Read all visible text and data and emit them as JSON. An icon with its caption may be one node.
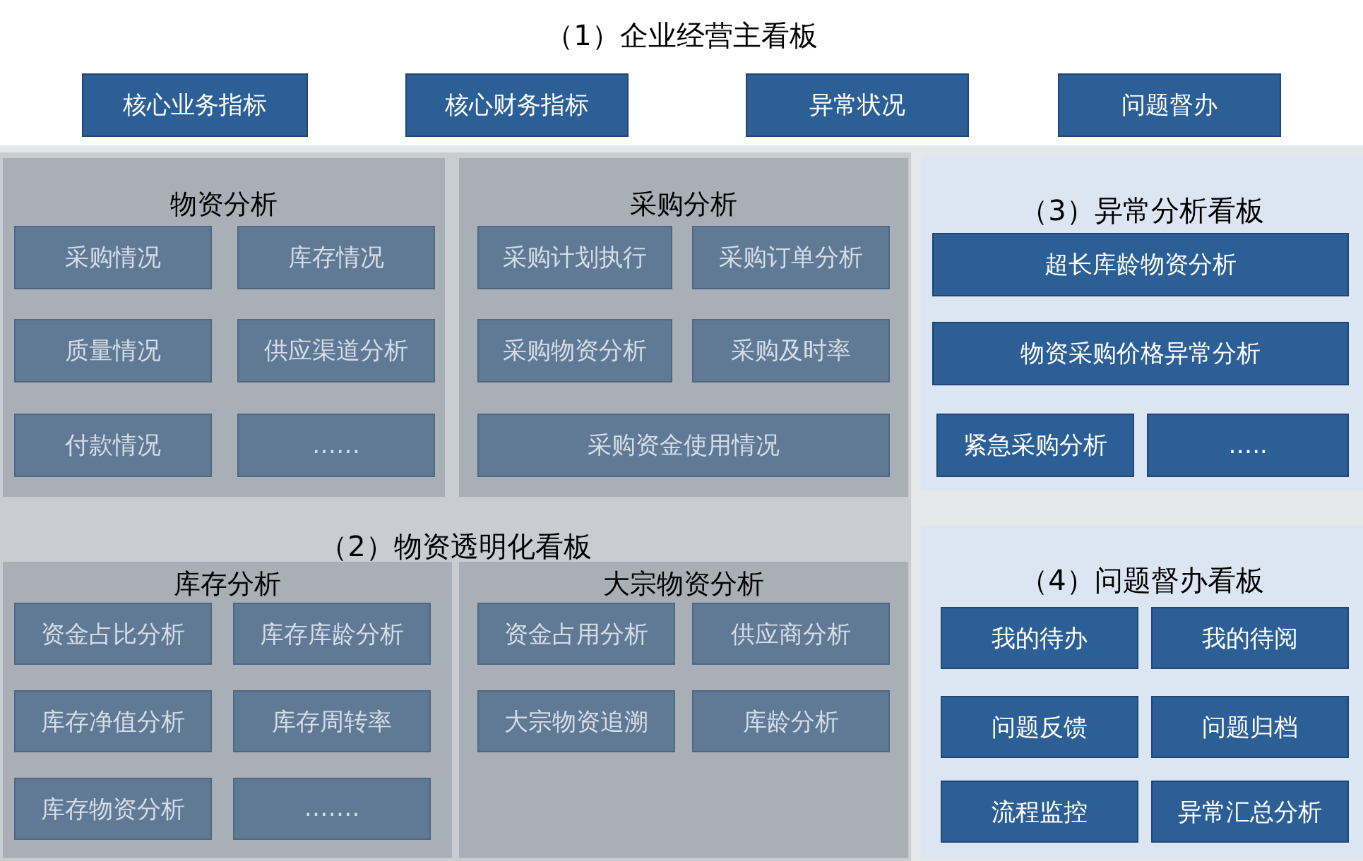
{
  "diagram": {
    "nodes": [
      {
        "text": [
          "（1）企业经营主看板"
        ]
      },
      {
        "text": [
          "核心业务指标"
        ],
        "in": 0
      },
      {
        "text": [
          "核心财务指标"
        ],
        "in": 0
      },
      {
        "text": [
          "异常状况"
        ],
        "in": 0
      },
      {
        "text": [
          "问题督办"
        ],
        "in": 0
      },
      {
        "text": [
          "（2）物资透明化看板"
        ]
      },
      {
        "text": [
          "物资分析"
        ],
        "in": 5
      },
      {
        "text": [
          "采购情况"
        ],
        "in": 6
      },
      {
        "text": [
          "库存情况"
        ],
        "in": 6
      },
      {
        "text": [
          "质量情况"
        ],
        "in": 6
      },
      {
        "text": [
          "供应渠道分析"
        ],
        "in": 6
      },
      {
        "text": [
          "付款情况"
        ],
        "in": 6
      },
      {
        "text": [
          "……"
        ],
        "in": 6
      },
      {
        "text": [
          "采购分析"
        ],
        "in": 5
      },
      {
        "text": [
          "采购计划执行"
        ],
        "in": 13
      },
      {
        "text": [
          "采购订单分析"
        ],
        "in": 13
      },
      {
        "text": [
          "采购物资分析"
        ],
        "in": 13
      },
      {
        "text": [
          "采购及时率"
        ],
        "in": 13
      },
      {
        "text": [
          "采购资金使用情况"
        ],
        "in": 13
      },
      {
        "text": [
          "库存分析"
        ],
        "in": 5
      },
      {
        "text": [
          "资金占比分析"
        ],
        "in": 19
      },
      {
        "text": [
          "库存库龄分析"
        ],
        "in": 19
      },
      {
        "text": [
          "库存净值分析"
        ],
        "in": 19
      },
      {
        "text": [
          "库存周转率"
        ],
        "in": 19
      },
      {
        "text": [
          "库存物资分析"
        ],
        "in": 19
      },
      {
        "text": [
          "……."
        ],
        "in": 19
      },
      {
        "text": [
          "大宗物资分析"
        ],
        "in": 5
      },
      {
        "text": [
          "资金占用分析"
        ],
        "in": 26
      },
      {
        "text": [
          "供应商分析"
        ],
        "in": 26
      },
      {
        "text": [
          "大宗物资追溯"
        ],
        "in": 26
      },
      {
        "text": [
          "库龄分析"
        ],
        "in": 26
      },
      {
        "text": [
          "（3）异常分析看板"
        ]
      },
      {
        "text": [
          "超长库龄物资分析"
        ],
        "in": 31
      },
      {
        "text": [
          "物资采购价格异常分析"
        ],
        "in": 31
      },
      {
        "text": [
          "紧急采购分析"
        ],
        "in": 31
      },
      {
        "text": [
          "….."
        ],
        "in": 31
      },
      {
        "text": [
          "（4）问题督办看板"
        ]
      },
      {
        "text": [
          "我的待办"
        ],
        "in": 36
      },
      {
        "text": [
          "我的待阅"
        ],
        "in": 36
      },
      {
        "text": [
          "问题反馈"
        ],
        "in": 36
      },
      {
        "text": [
          "问题归档"
        ],
        "in": 36
      },
      {
        "text": [
          "流程监控"
        ],
        "in": 36
      },
      {
        "text": [
          "异常汇总分析"
        ],
        "in": 36
      }
    ]
  }
}
